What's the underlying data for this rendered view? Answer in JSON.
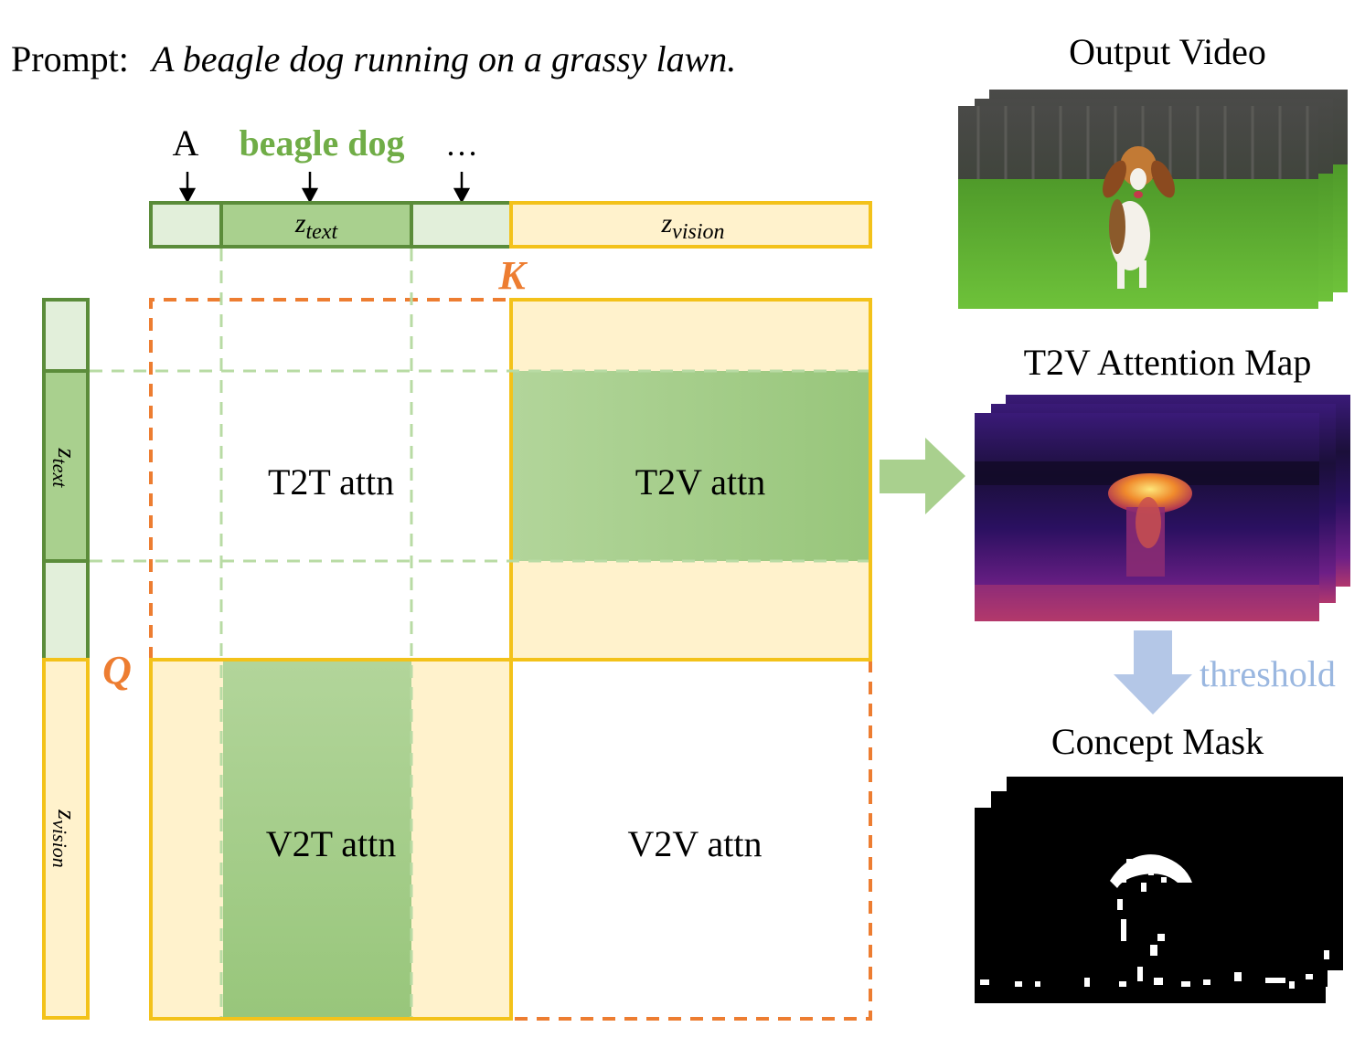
{
  "prompt": {
    "label": "Prompt:",
    "text": "A beagle dog running on a grassy lawn."
  },
  "tokens": {
    "a": "A",
    "concept": "beagle dog",
    "ellipsis": "…"
  },
  "keys": {
    "z_text_base": "z",
    "z_text_sub": "text",
    "z_vision_base": "z",
    "z_vision_sub": "vision",
    "k_label": "K",
    "q_label": "Q"
  },
  "blocks": {
    "t2t": "T2T attn",
    "t2v": "T2V attn",
    "v2t": "V2T attn",
    "v2v": "V2V attn"
  },
  "panels": {
    "output_video": "Output Video",
    "attention_map": "T2V Attention Map",
    "threshold": "threshold",
    "concept_mask": "Concept Mask"
  },
  "colors": {
    "text_green_dark": "#5b8c3a",
    "text_green_fill": "#a9d08e",
    "text_green_light": "#e2efda",
    "vision_yellow": "#f3c21a",
    "vision_fill": "#fff2cc",
    "orange": "#ed7d31",
    "concept_green": "#70ad47",
    "threshold_blue": "#9ab7e0"
  }
}
